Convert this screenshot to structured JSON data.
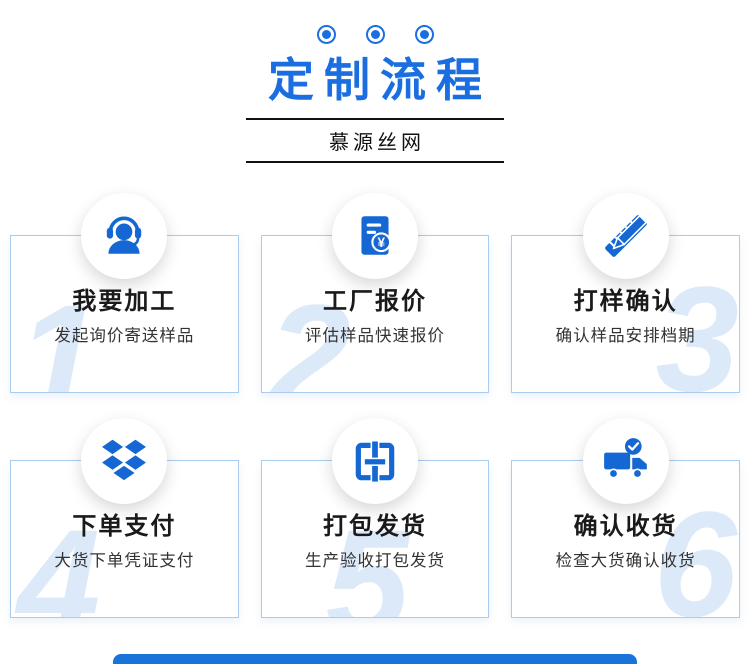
{
  "header": {
    "title": "定制流程",
    "brand": "慕源丝网"
  },
  "steps": [
    {
      "num": "1",
      "title": "我要加工",
      "desc": "发起询价寄送样品",
      "icon": "headset-support-icon"
    },
    {
      "num": "2",
      "title": "工厂报价",
      "desc": "评估样品快速报价",
      "icon": "invoice-yuan-icon"
    },
    {
      "num": "3",
      "title": "打样确认",
      "desc": "确认样品安排档期",
      "icon": "ruler-pencil-icon"
    },
    {
      "num": "4",
      "title": "下单支付",
      "desc": "大货下单凭证支付",
      "icon": "diamonds-dropbox-icon"
    },
    {
      "num": "5",
      "title": "打包发货",
      "desc": "生产验收打包发货",
      "icon": "package-box-icon"
    },
    {
      "num": "6",
      "title": "确认收货",
      "desc": "检查大货确认收货",
      "icon": "truck-check-icon"
    }
  ],
  "colors": {
    "accent_blue": "#1a6ee0",
    "icon_blue": "#1567d3",
    "card_border": "#a9cdf1",
    "ghost_number": "#dce9f8",
    "bottom_bar": "#1a73d9",
    "divider": "#111111"
  }
}
